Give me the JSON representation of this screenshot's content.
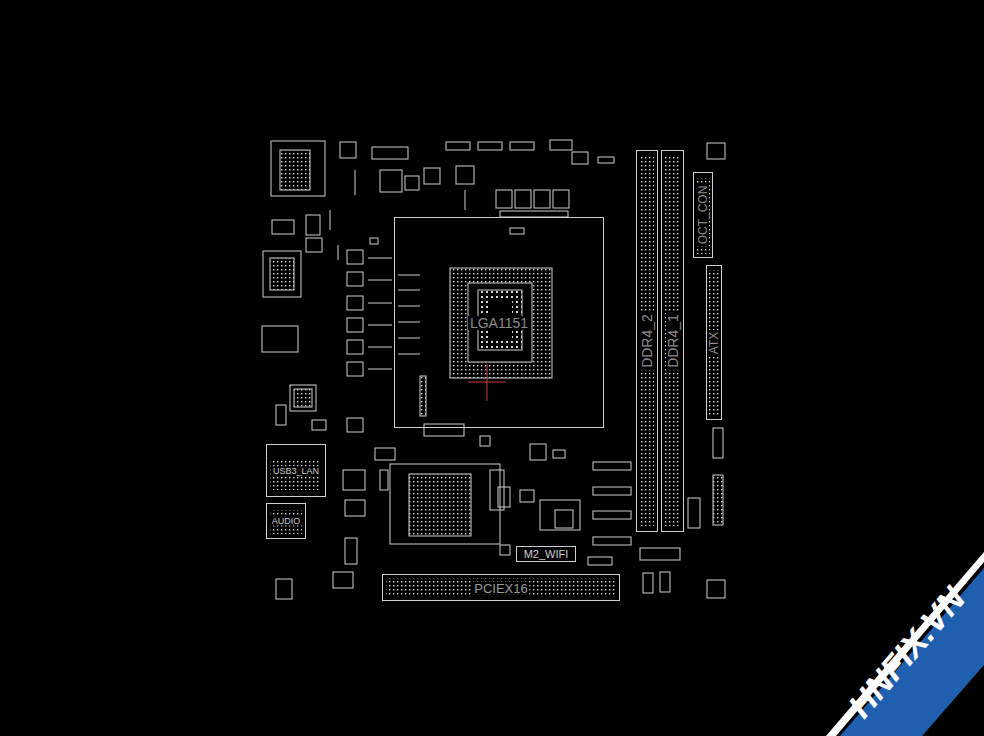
{
  "diagram": {
    "nodes": [
      {
        "text": [
          "LGA1151"
        ]
      },
      {
        "text": [
          "DDR4_2"
        ]
      },
      {
        "text": [
          "DDR4_1"
        ]
      },
      {
        "text": [
          "OCT_CON"
        ]
      },
      {
        "text": [
          "ATX"
        ]
      },
      {
        "text": [
          "USB3_LAN"
        ]
      },
      {
        "text": [
          "AUDIO"
        ]
      },
      {
        "text": [
          "M2_WIFI"
        ]
      },
      {
        "text": [
          "PCIEX16"
        ]
      }
    ],
    "labels": [
      "HNFIX.VN"
    ]
  }
}
